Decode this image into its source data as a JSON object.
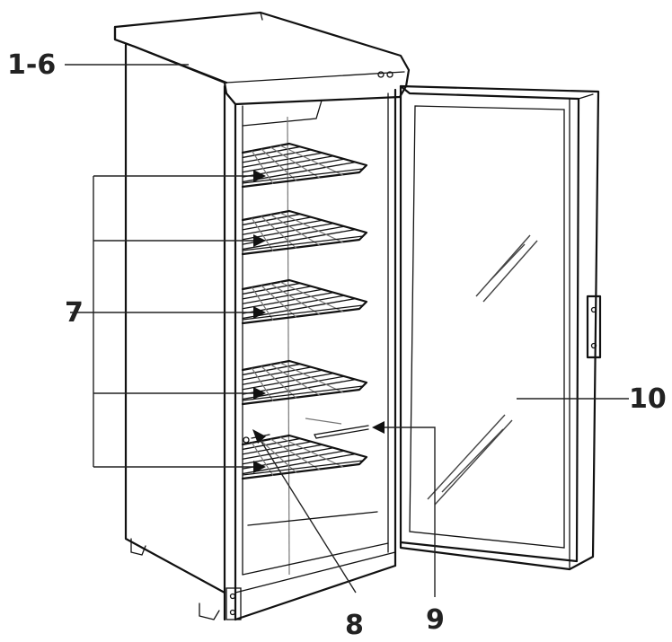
{
  "labels": {
    "top": "1-6",
    "shelves": "7",
    "sensor": "8",
    "light": "9",
    "door": "10"
  }
}
